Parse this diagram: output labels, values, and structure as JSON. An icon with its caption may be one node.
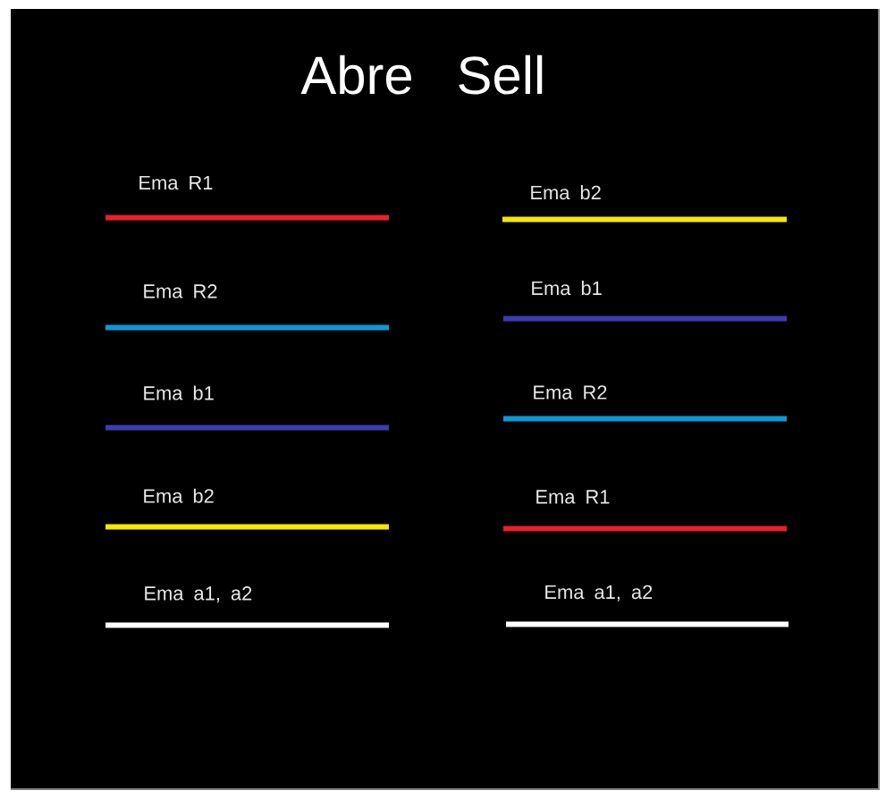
{
  "diagram": {
    "title": "Abre Sell",
    "labels": [
      "Ema R1",
      "Ema b2",
      "Ema R2",
      "Ema b1",
      "Ema b1",
      "Ema R2",
      "Ema b2",
      "Ema R1",
      "Ema a1, a2",
      "Ema a1, a2"
    ]
  }
}
